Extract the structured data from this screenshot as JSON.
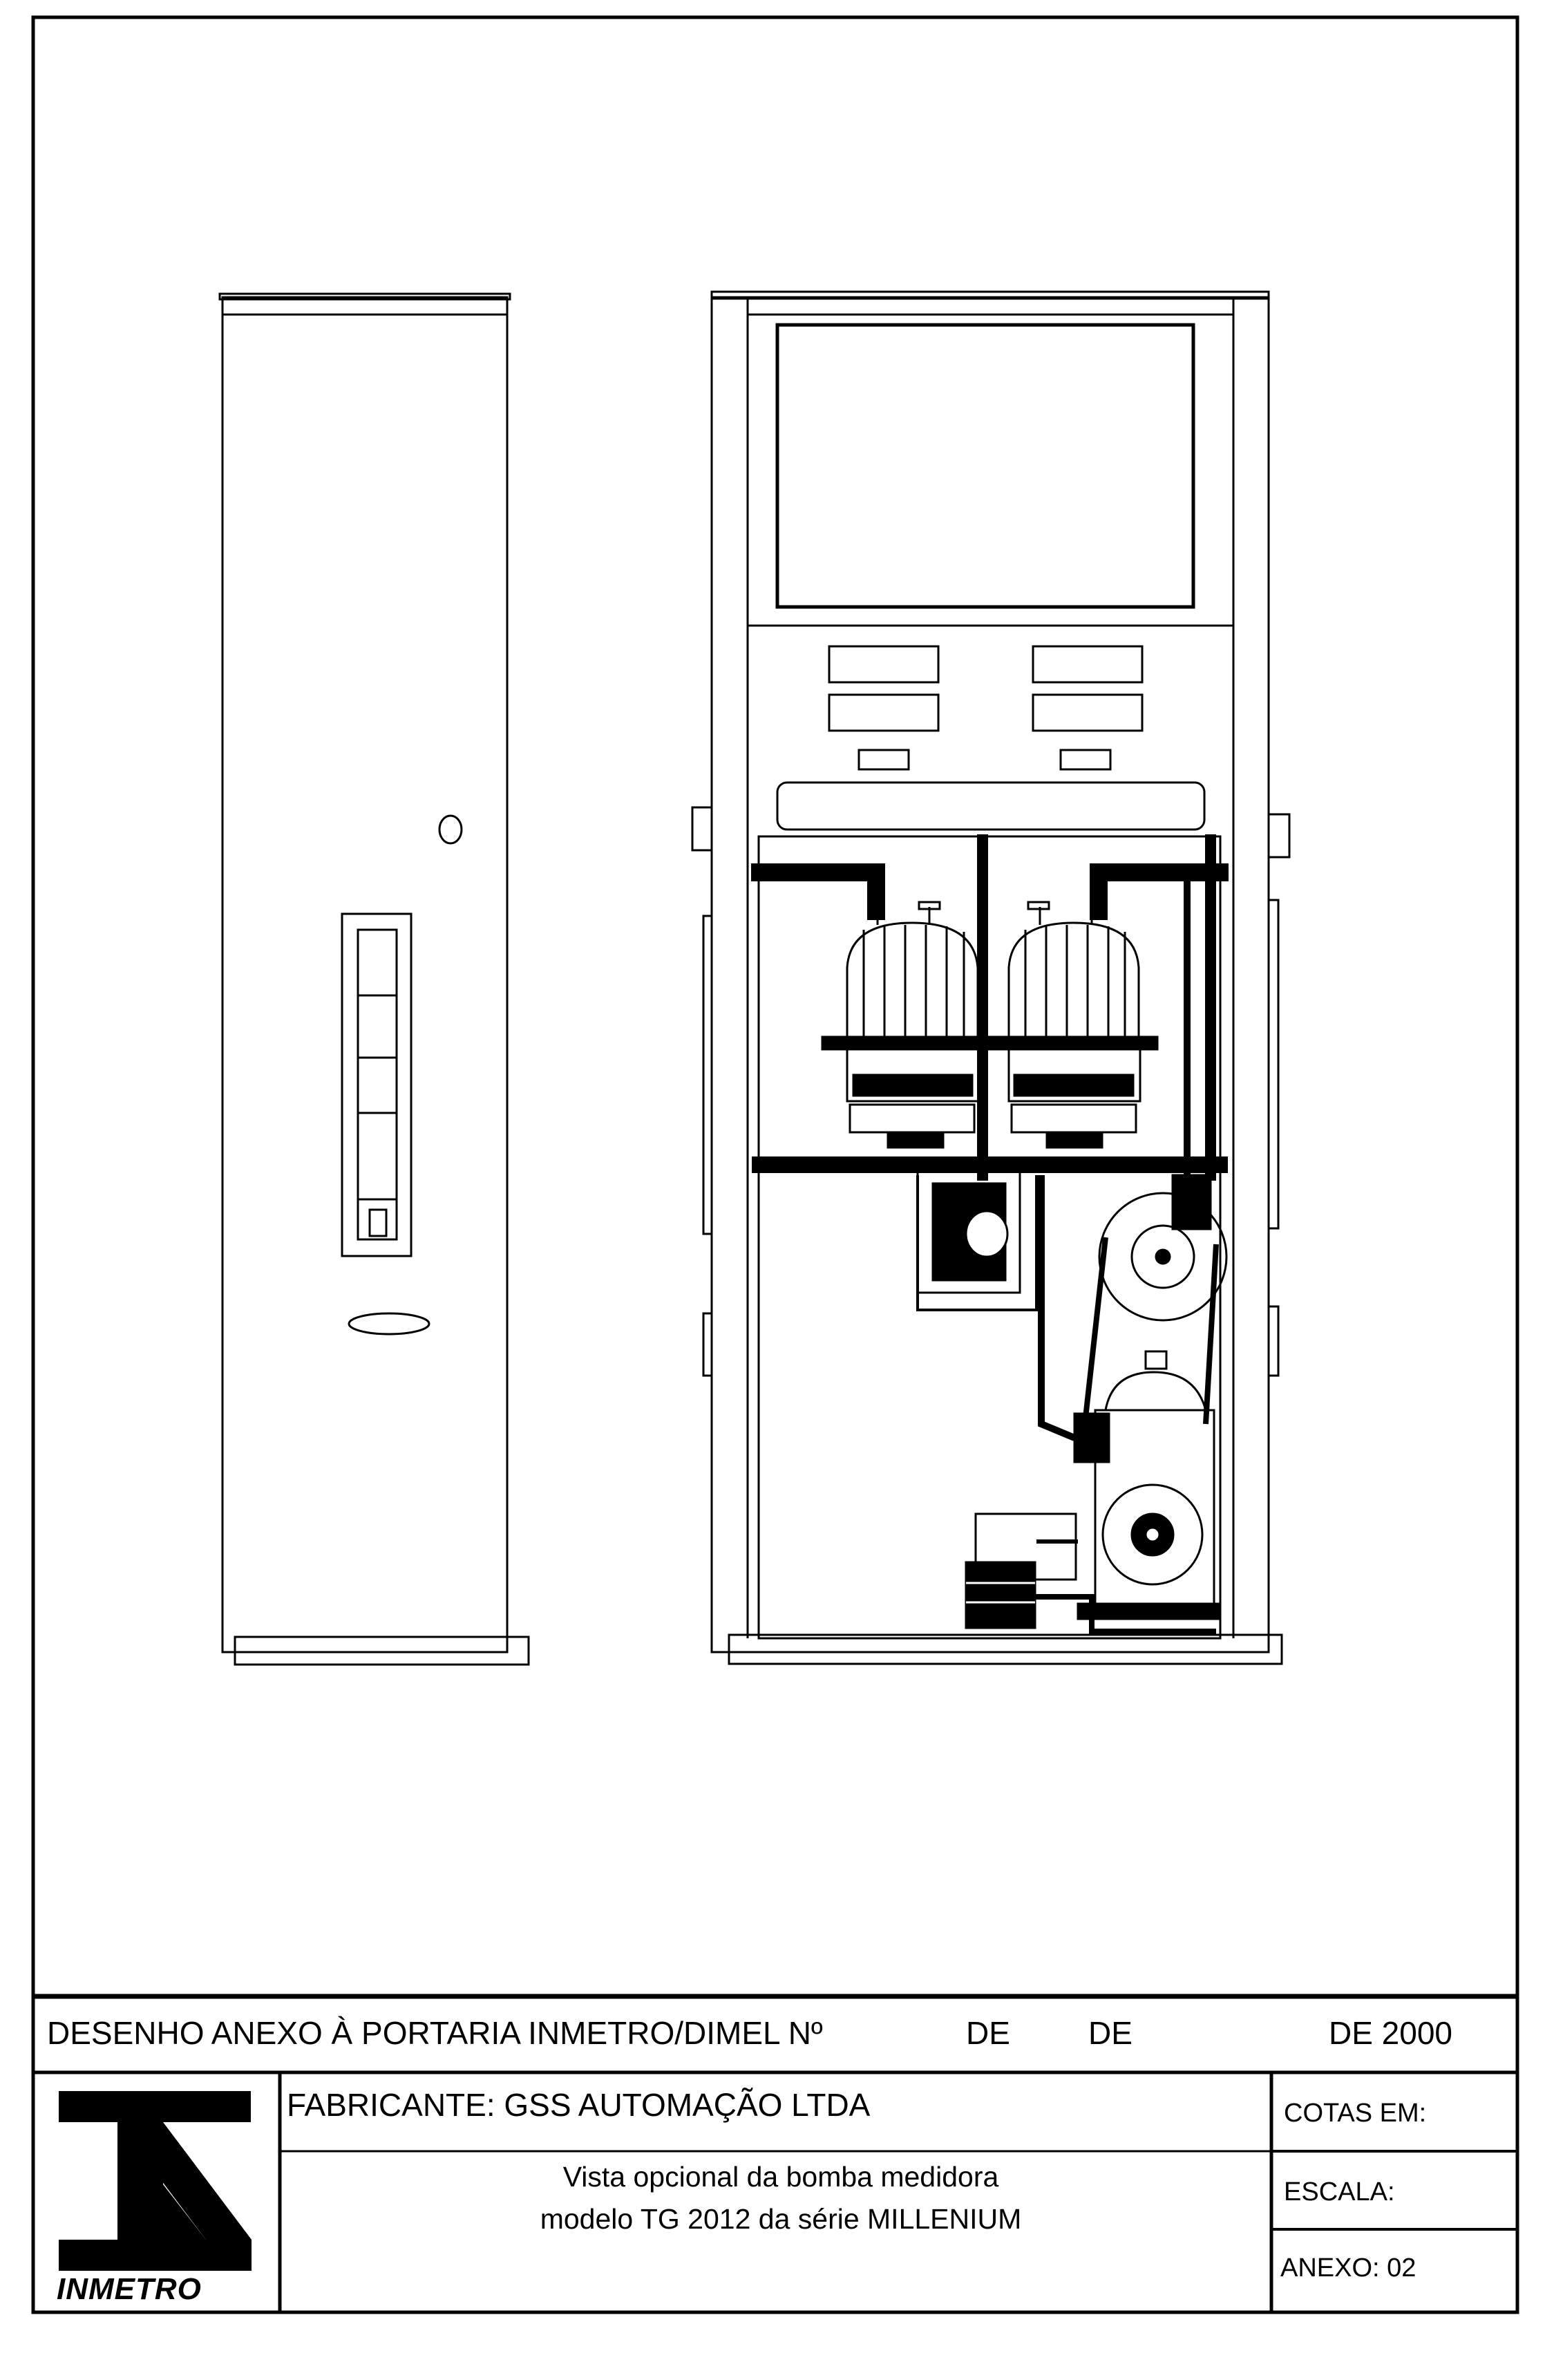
{
  "title_block": {
    "header": "DESENHO ANEXO À PORTARIA INMETRO/DIMEL Nº",
    "de1": "DE",
    "de2": "DE",
    "year": "DE 2000",
    "manufacturer": "FABRICANTE: GSS AUTOMAÇÃO LTDA",
    "description_line1": "Vista opcional da bomba medidora",
    "description_line2": "modelo TG 2012 da série MILLENIUM",
    "cotas": "COTAS EM:",
    "escala": "ESCALA:",
    "anexo": "ANEXO: 02"
  },
  "logo": {
    "text": "INMETRO"
  },
  "colors": {
    "ink": "#000000",
    "paper": "#ffffff"
  }
}
